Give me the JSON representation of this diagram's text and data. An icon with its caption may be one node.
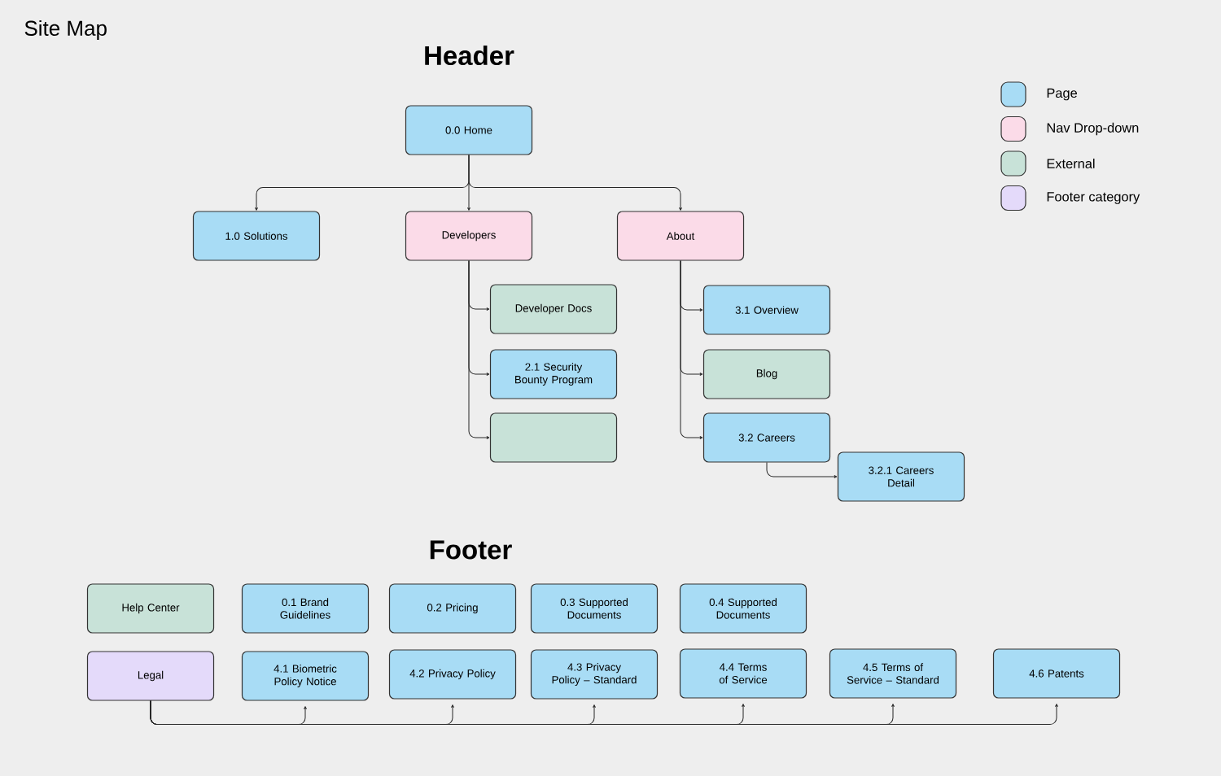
{
  "diagram": {
    "title": "Site Map",
    "nodes": [
      {
        "text": [
          "0.0 Home"
        ]
      },
      {
        "text": [
          "1.0 Solutions"
        ]
      },
      {
        "text": [
          "Developers"
        ]
      },
      {
        "text": [
          "About"
        ]
      },
      {
        "text": [
          "Developer Docs"
        ]
      },
      {
        "text": [
          "2.1 Security Bounty Program"
        ]
      },
      {
        "text": [],
        "shape": "box"
      },
      {
        "text": [
          "3.1 Overview"
        ]
      },
      {
        "text": [
          "Blog"
        ]
      },
      {
        "text": [
          "3.2 Careers"
        ]
      },
      {
        "text": [
          "3.2.1 Careers Detail"
        ]
      },
      {
        "text": [
          "Help Center"
        ]
      },
      {
        "text": [
          "0.1 Brand Guidelines"
        ]
      },
      {
        "text": [
          "0.2 Pricing"
        ]
      },
      {
        "text": [
          "0.3 Supported Documents"
        ]
      },
      {
        "text": [
          "0.4 Supported Documents"
        ]
      },
      {
        "text": [
          "Legal"
        ]
      },
      {
        "text": [
          "4.1 Biometric Policy Notice"
        ]
      },
      {
        "text": [
          "4.2 Privacy Policy"
        ]
      },
      {
        "text": [
          "4.3 Privacy Policy – Standard"
        ]
      },
      {
        "text": [
          "4.4 Terms of Service"
        ]
      },
      {
        "text": [
          "4.5 Terms of Service – Standard"
        ]
      },
      {
        "text": [
          "4.6 Patents"
        ]
      }
    ],
    "edges": [
      {
        "from": 0,
        "to": 1,
        "arrow": "to"
      },
      {
        "from": 0,
        "to": 2,
        "arrow": "to"
      },
      {
        "from": 0,
        "to": 3,
        "arrow": "to"
      },
      {
        "from": 2,
        "to": 4,
        "arrow": "to"
      },
      {
        "from": 2,
        "to": 5,
        "arrow": "to"
      },
      {
        "from": 2,
        "to": 6,
        "arrow": "to"
      },
      {
        "from": 3,
        "to": 7,
        "arrow": "to"
      },
      {
        "from": 3,
        "to": 8,
        "arrow": "to"
      },
      {
        "from": 3,
        "to": 9,
        "arrow": "to"
      },
      {
        "from": 9,
        "to": 10,
        "arrow": "to"
      },
      {
        "from": 16,
        "to": 17,
        "arrow": "to"
      },
      {
        "from": 16,
        "to": 18,
        "arrow": "to"
      },
      {
        "from": 16,
        "to": 19,
        "arrow": "to"
      },
      {
        "from": 16,
        "to": 20,
        "arrow": "to"
      },
      {
        "from": 16,
        "to": 21,
        "arrow": "to"
      },
      {
        "from": 16,
        "to": 22,
        "arrow": "to"
      }
    ],
    "labels": [
      "Header",
      "Footer"
    ],
    "legend": [
      {
        "text": "Page",
        "color": "#a8dcf5"
      },
      {
        "text": "Nav Drop-down",
        "color": "#fbdbe8"
      },
      {
        "text": "External",
        "color": "#c8e2d8"
      },
      {
        "text": "Footer category",
        "color": "#e4dafa"
      }
    ]
  }
}
